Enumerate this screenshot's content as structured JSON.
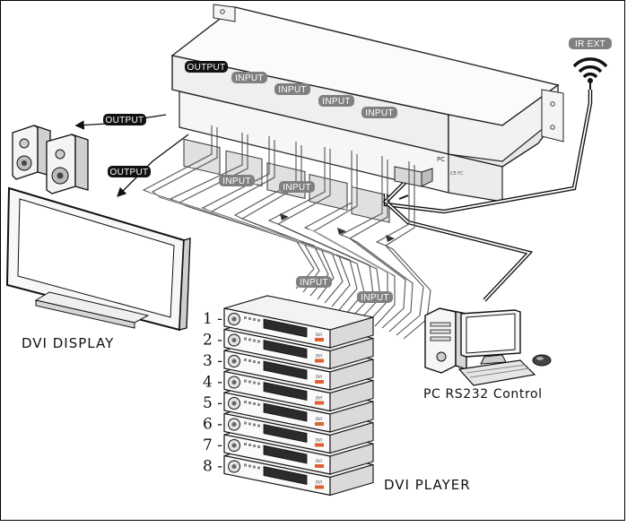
{
  "labels": {
    "output_top": "OUTPUT",
    "output_left": "OUTPUT",
    "output_mid": "OUTPUT",
    "input_1": "INPUT",
    "input_2": "INPUT",
    "input_3": "INPUT",
    "input_4": "INPUT",
    "input_cable_a": "INPUT",
    "input_cable_b": "INPUT",
    "input_cable_c": "INPUT",
    "input_cable_d": "INPUT",
    "ir_ext": "IR EXT",
    "dvi_display": "DVI DISPLAY",
    "pc_control": "PC  RS232  Control",
    "dvi_player": "DVI PLAYER"
  },
  "players": [
    "1 -",
    "2 -",
    "3 -",
    "4 -",
    "5 -",
    "6 -",
    "7 -",
    "8 -"
  ],
  "icons": [
    "speaker-icon",
    "monitor-icon",
    "desktop-pc-icon",
    "mouse-icon",
    "ir-sensor-icon",
    "dvi-player-icon",
    "matrix-switcher-icon"
  ]
}
